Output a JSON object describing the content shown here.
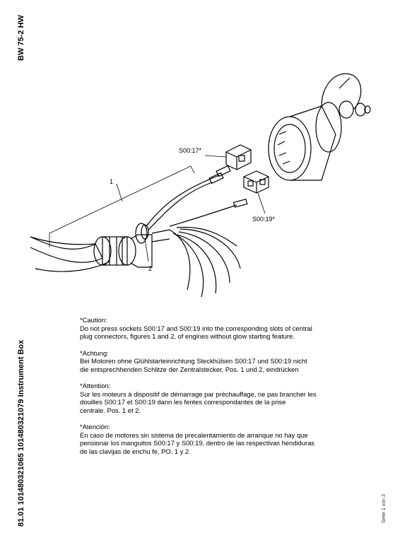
{
  "sidebar": {
    "model": "BW 75-2 HW",
    "document_title": "81.01 101480321065 101480321079 Instrument Box"
  },
  "footer": {
    "page": "Seite 1 von 3"
  },
  "figure": {
    "labels": {
      "socket_1": "S00:17*",
      "socket_2": "S00:19*",
      "pos_1": "1",
      "pos_2": "2"
    }
  },
  "notes": [
    {
      "heading": "*Caution:",
      "lines": [
        "Do not press sockets S00:17 and S00:19 into the corresponding slots of central",
        "plug connectors, figures 1 and 2, of engines without glow starting feature."
      ]
    },
    {
      "heading": "*Achtung:",
      "lines": [
        "Bei Motoren ohne Glühlstarteinrichtung Steckhülsen S00:17 und S00:19 nicht",
        "die entsprechhenden Schlitze der Zentralstecker, Pos. 1 und 2, eindrücken"
      ]
    },
    {
      "heading": "*Attention:",
      "lines": [
        "Sur les moteurs à dispositif de démarrage par prèchauffage, ne pas brancher les",
        "douilles S00:17 et S00:19 dann les fentes correspondantes de la prise",
        "centrale. Pos. 1 et 2."
      ]
    },
    {
      "heading": "*Atención:",
      "lines": [
        "En caso de motores sin sistema de precalentamiento de arranque no hay que",
        "pensionar los manguitos S00:17 y S00:19, dentro de las respectivas hendiduras",
        "de las clavijas de enchu fe, PO. 1 y 2"
      ]
    }
  ]
}
